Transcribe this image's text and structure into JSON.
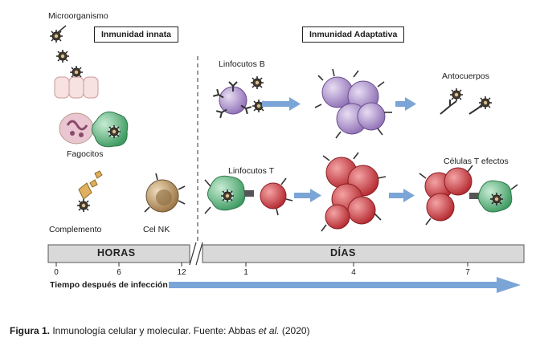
{
  "labels": {
    "microorganism": "Microorganismo",
    "innate_box": "Inmunidad innata",
    "adaptive_box": "Inmunidad Adaptativa",
    "lymph_b": "Linfocutos B",
    "antibodies": "Antocuerpos",
    "phagocytes": "Fagocitos",
    "lymph_t": "Linfocutos T",
    "effector_t": "Células T efectos",
    "complement": "Complemento",
    "nk": "Cel NK"
  },
  "timeline": {
    "hours": "HORAS",
    "days": "DÍAS",
    "ticks": [
      "0",
      "6",
      "12",
      "1",
      "4",
      "7"
    ],
    "axis_title": "Tiempo después de infección"
  },
  "caption": {
    "prefix": "Figura 1.",
    "text": " Inmunología celular y molecular. Fuente: Abbas ",
    "italic": "et al.",
    "suffix": " (2020)"
  },
  "colors": {
    "b_cell": "#b39ad0",
    "t_cell": "#d9595f",
    "phagocyte": "#6fc08e",
    "nk": "#c7a06b",
    "arrow": "#7aa5d6",
    "bar": "#d9d9d9"
  }
}
